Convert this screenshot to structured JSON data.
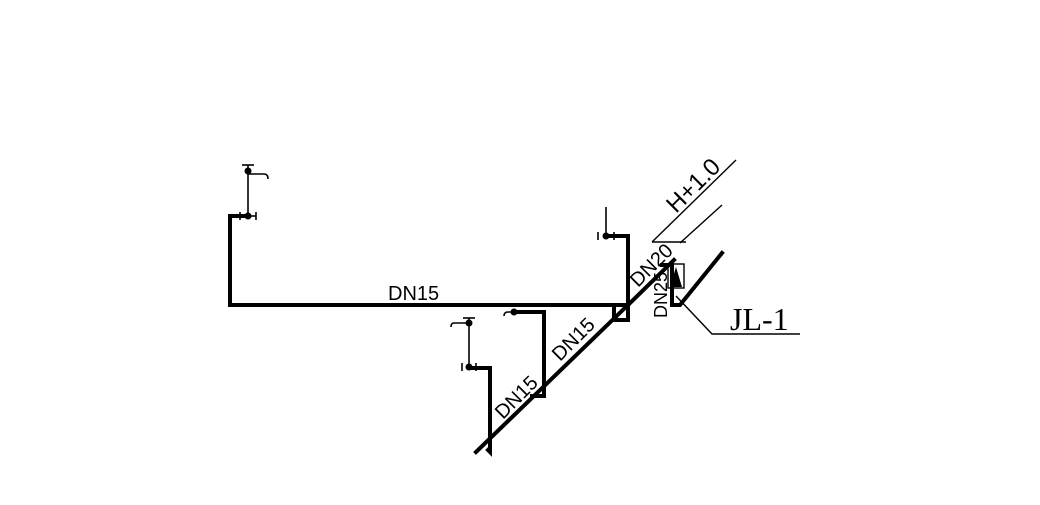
{
  "labels": {
    "main_pipe": "DN15",
    "diag_pipe_upper": "DN15",
    "diag_pipe_lower": "DN15",
    "riser_pipe_a": "DN20",
    "riser_pipe_b": "DN25",
    "elevation": "H+1.0",
    "riser_tag": "JL-1"
  }
}
